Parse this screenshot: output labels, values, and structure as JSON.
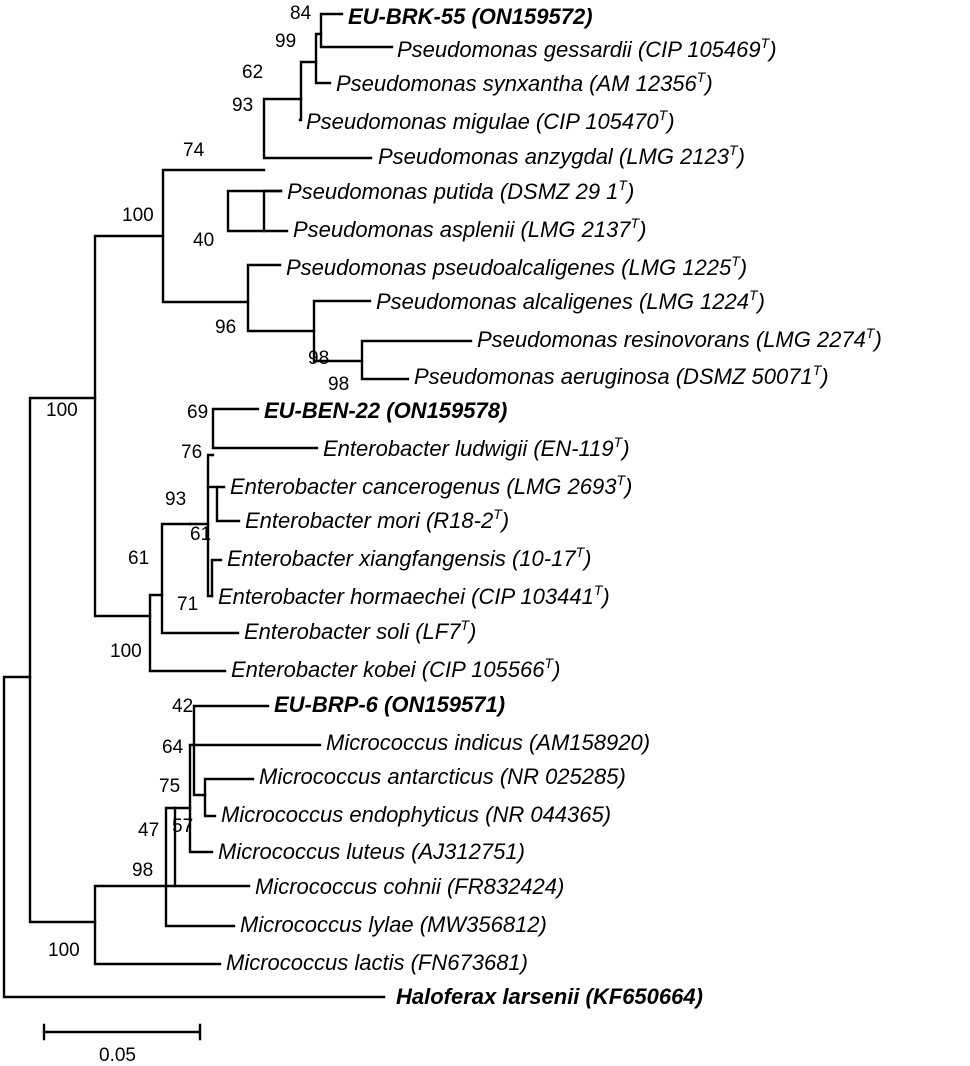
{
  "colors": {
    "line": "#000000",
    "isolate": "#1a1aff",
    "outgroup": "#1a8a1a"
  },
  "leaves": [
    {
      "id": "L1",
      "name": "EU-BRK-55 (ON159572)",
      "sup": "",
      "suffix": "",
      "color": "isolate",
      "highlight": true
    },
    {
      "id": "L2",
      "name": "Pseudomonas gessardii (CIP 105469",
      "sup": "T",
      "suffix": ")"
    },
    {
      "id": "L3",
      "name": "Pseudomonas synxantha (AM 12356",
      "sup": "T",
      "suffix": ")"
    },
    {
      "id": "L4",
      "name": "Pseudomonas migulae (CIP 105470",
      "sup": "T",
      "suffix": ")"
    },
    {
      "id": "L5",
      "name": "Pseudomonas anzygdal (LMG 2123",
      "sup": "T",
      "suffix": ")"
    },
    {
      "id": "L6",
      "name": "Pseudomonas putida (DSMZ 29 1",
      "sup": "T",
      "suffix": ")"
    },
    {
      "id": "L7",
      "name": "Pseudomonas asplenii (LMG 2137",
      "sup": "T",
      "suffix": ")"
    },
    {
      "id": "L8",
      "name": "Pseudomonas pseudoalcaligenes (LMG 1225",
      "sup": "T",
      "suffix": ")"
    },
    {
      "id": "L9",
      "name": "Pseudomonas alcaligenes (LMG 1224",
      "sup": "T",
      "suffix": ")"
    },
    {
      "id": "L10",
      "name": "Pseudomonas resinovorans (LMG 2274",
      "sup": "T",
      "suffix": ")"
    },
    {
      "id": "L11",
      "name": "Pseudomonas aeruginosa (DSMZ 50071",
      "sup": "T",
      "suffix": ")"
    },
    {
      "id": "L12",
      "name": "EU-BEN-22 (ON159578)",
      "sup": "",
      "suffix": "",
      "color": "isolate",
      "highlight": true
    },
    {
      "id": "L13",
      "name": "Enterobacter ludwigii (EN-119",
      "sup": "T",
      "suffix": ")"
    },
    {
      "id": "L14",
      "name": "Enterobacter cancerogenus (LMG 2693",
      "sup": "T",
      "suffix": ")"
    },
    {
      "id": "L15",
      "name": "Enterobacter mori (R18-2",
      "sup": "T",
      "suffix": ")"
    },
    {
      "id": "L16",
      "name": "Enterobacter xiangfangensis (10-17",
      "sup": "T",
      "suffix": ")"
    },
    {
      "id": "L17",
      "name": "Enterobacter hormaechei (CIP 103441",
      "sup": "T",
      "suffix": ")"
    },
    {
      "id": "L18",
      "name": "Enterobacter soli (LF7",
      "sup": "T",
      "suffix": ")"
    },
    {
      "id": "L19",
      "name": "Enterobacter kobei (CIP 105566",
      "sup": "T",
      "suffix": ")"
    },
    {
      "id": "L20",
      "name": "EU-BRP-6 (ON159571)",
      "sup": "",
      "suffix": "",
      "color": "isolate",
      "highlight": true
    },
    {
      "id": "L21",
      "name": "Micrococcus indicus (AM158920)",
      "sup": "",
      "suffix": ""
    },
    {
      "id": "L22",
      "name": "Micrococcus antarcticus (NR 025285)",
      "sup": "",
      "suffix": ""
    },
    {
      "id": "L23",
      "name": "Micrococcus endophyticus (NR 044365)",
      "sup": "",
      "suffix": ""
    },
    {
      "id": "L24",
      "name": "Micrococcus luteus (AJ312751)",
      "sup": "",
      "suffix": ""
    },
    {
      "id": "L25",
      "name": "Micrococcus cohnii (FR832424)",
      "sup": "",
      "suffix": ""
    },
    {
      "id": "L26",
      "name": "Micrococcus lylae (MW356812)",
      "sup": "",
      "suffix": ""
    },
    {
      "id": "L27",
      "name": "Micrococcus lactis (FN673681)",
      "sup": "",
      "suffix": ""
    },
    {
      "id": "L28",
      "name": "Haloferax larsenii (KF650664)",
      "sup": "",
      "suffix": "",
      "color": "outgroup",
      "highlight": true
    }
  ],
  "bootstrap": [
    "84",
    "99",
    "62",
    "93",
    "74",
    "40",
    "100",
    "96",
    "98",
    "98",
    "100",
    "69",
    "76",
    "93",
    "61",
    "71",
    "61",
    "100",
    "42",
    "64",
    "75",
    "57",
    "47",
    "98",
    "100"
  ],
  "scale_bar": {
    "label": "0.05"
  }
}
